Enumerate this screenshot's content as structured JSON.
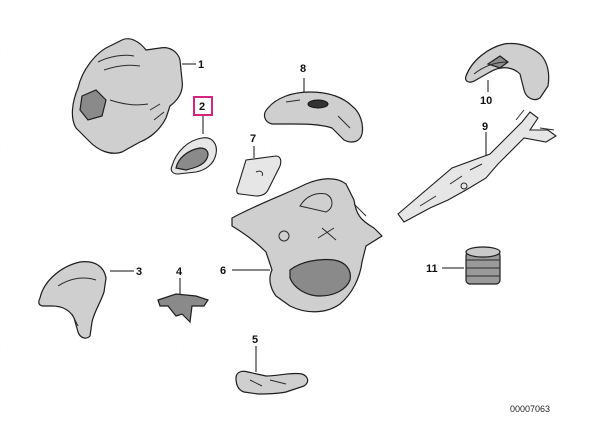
{
  "diagram": {
    "reference_number": "00007063",
    "highlighted_callout": "2",
    "highlight_color": "#d6247f",
    "callouts": {
      "c1": "1",
      "c2": "2",
      "c3": "3",
      "c4": "4",
      "c5": "5",
      "c6": "6",
      "c7": "7",
      "c8": "8",
      "c9": "9",
      "c10": "10",
      "c11": "11"
    }
  }
}
